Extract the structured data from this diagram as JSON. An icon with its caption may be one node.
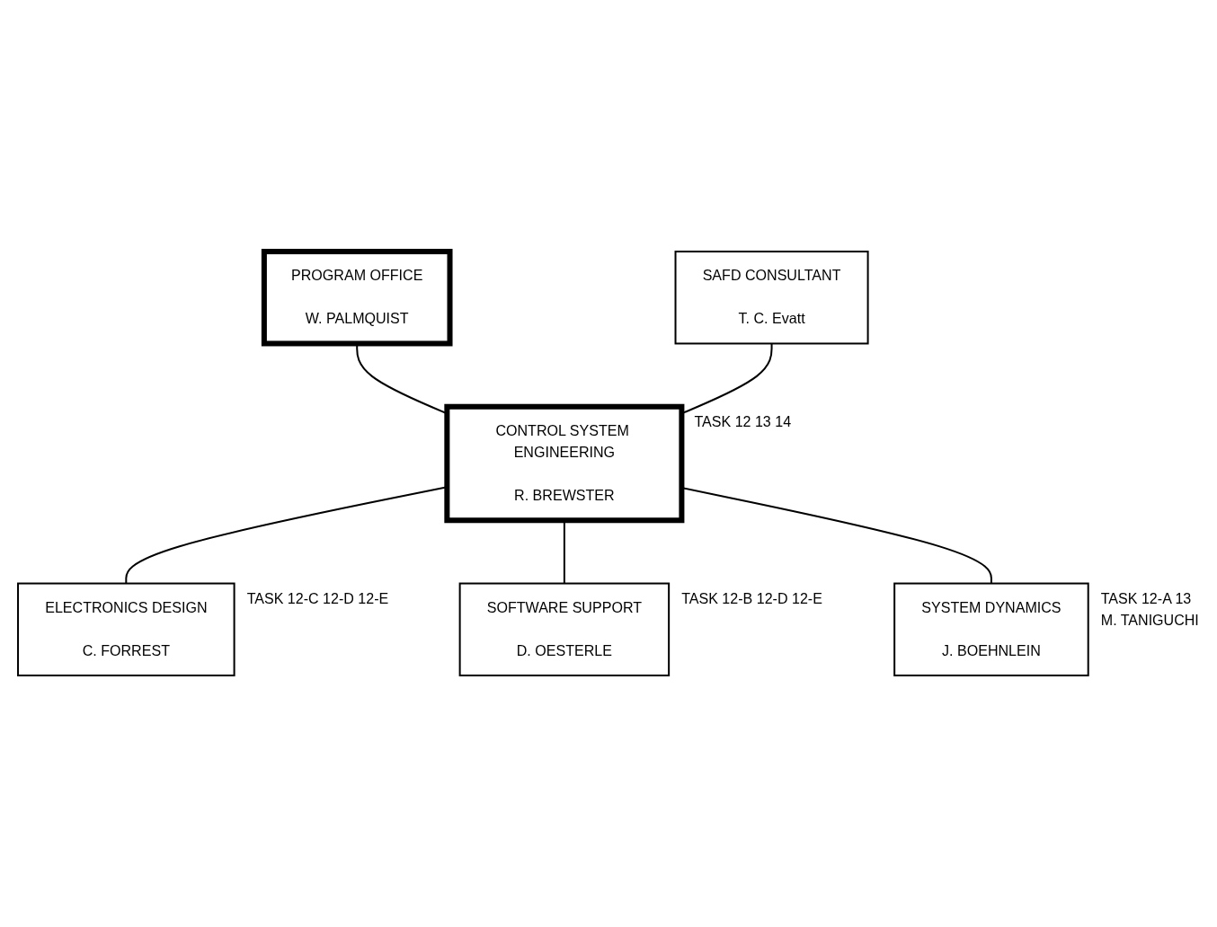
{
  "diagram": {
    "nodes": [
      {
        "text": [
          "PROGRAM OFFICE",
          "W. PALMQUIST"
        ]
      },
      {
        "text": [
          "SAFD CONSULTANT",
          "T. C. Evatt"
        ]
      },
      {
        "text": [
          "CONTROL SYSTEM ENGINEERING",
          "R. BREWSTER"
        ],
        "beside": [
          "TASK 12 13 14"
        ]
      },
      {
        "text": [
          "ELECTRONICS DESIGN",
          "C. FORREST"
        ],
        "beside": [
          "TASK 12-C 12-D 12-E"
        ]
      },
      {
        "text": [
          "SOFTWARE SUPPORT",
          "D. OESTERLE"
        ],
        "beside": [
          "TASK 12-B 12-D 12-E"
        ]
      },
      {
        "text": [
          "SYSTEM DYNAMICS",
          "J. BOEHNLEIN"
        ],
        "beside": [
          "TASK 12-A 13",
          "M. TANIGUCHI"
        ]
      }
    ],
    "edges": [
      {
        "from": 0,
        "to": 2,
        "arrow": "none"
      },
      {
        "from": 1,
        "to": 2,
        "arrow": "none"
      },
      {
        "from": 2,
        "to": 3,
        "arrow": "none"
      },
      {
        "from": 2,
        "to": 4,
        "arrow": "none"
      },
      {
        "from": 2,
        "to": 5,
        "arrow": "none"
      }
    ]
  }
}
